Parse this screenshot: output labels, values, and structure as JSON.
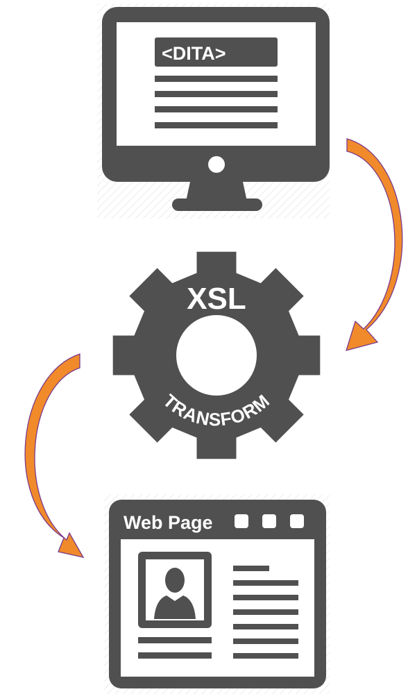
{
  "monitor": {
    "tag_text": "<DITA>"
  },
  "gear": {
    "top_text": "XSL",
    "arc_text": "TRANSFORM"
  },
  "webpage": {
    "title": "Web Page"
  },
  "colors": {
    "icon": "#505050",
    "paper": "#ffffff",
    "arrow_fill": "#f08a2a",
    "arrow_edge": "#7a3b8c",
    "hatch": "#ececec"
  }
}
